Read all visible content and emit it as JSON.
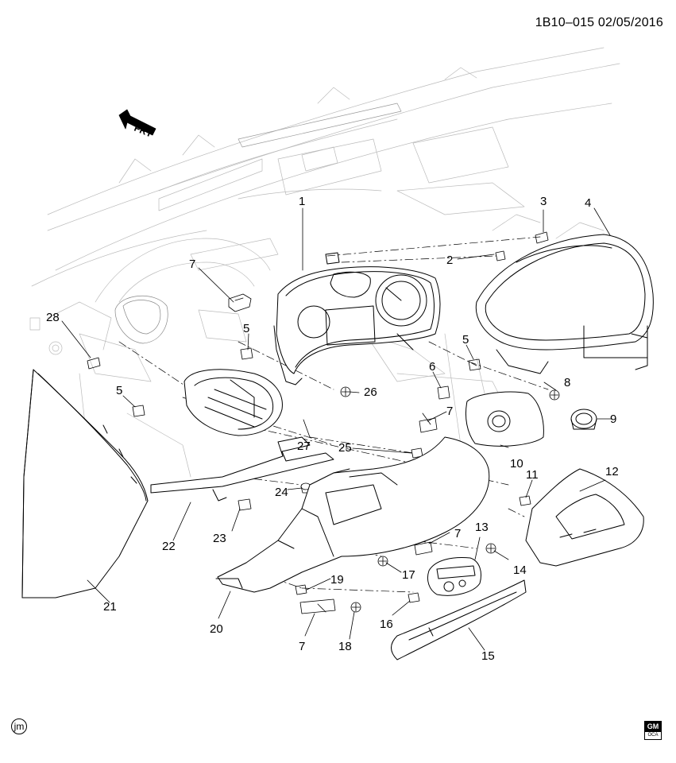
{
  "reference": "1B10–015  02/05/2016",
  "orientation_label": "FRT",
  "footer_left_mark": "jm",
  "footer_right_logo": {
    "top": "GM",
    "bottom": "OCA"
  },
  "callouts": [
    {
      "id": "c1",
      "text": "1"
    },
    {
      "id": "c2",
      "text": "2"
    },
    {
      "id": "c3",
      "text": "3"
    },
    {
      "id": "c4",
      "text": "4"
    },
    {
      "id": "c5a",
      "text": "5"
    },
    {
      "id": "c5b",
      "text": "5"
    },
    {
      "id": "c5c",
      "text": "5"
    },
    {
      "id": "c6",
      "text": "6"
    },
    {
      "id": "c7a",
      "text": "7"
    },
    {
      "id": "c7b",
      "text": "7"
    },
    {
      "id": "c7c",
      "text": "7"
    },
    {
      "id": "c7d",
      "text": "7"
    },
    {
      "id": "c8",
      "text": "8"
    },
    {
      "id": "c9",
      "text": "9"
    },
    {
      "id": "c10",
      "text": "10"
    },
    {
      "id": "c11",
      "text": "11"
    },
    {
      "id": "c12",
      "text": "12"
    },
    {
      "id": "c13",
      "text": "13"
    },
    {
      "id": "c14",
      "text": "14"
    },
    {
      "id": "c15",
      "text": "15"
    },
    {
      "id": "c16",
      "text": "16"
    },
    {
      "id": "c17",
      "text": "17"
    },
    {
      "id": "c18",
      "text": "18"
    },
    {
      "id": "c19",
      "text": "19"
    },
    {
      "id": "c20",
      "text": "20"
    },
    {
      "id": "c21",
      "text": "21"
    },
    {
      "id": "c22",
      "text": "22"
    },
    {
      "id": "c23",
      "text": "23"
    },
    {
      "id": "c24",
      "text": "24"
    },
    {
      "id": "c25",
      "text": "25"
    },
    {
      "id": "c26",
      "text": "26"
    },
    {
      "id": "c27",
      "text": "27"
    },
    {
      "id": "c28",
      "text": "28"
    }
  ]
}
